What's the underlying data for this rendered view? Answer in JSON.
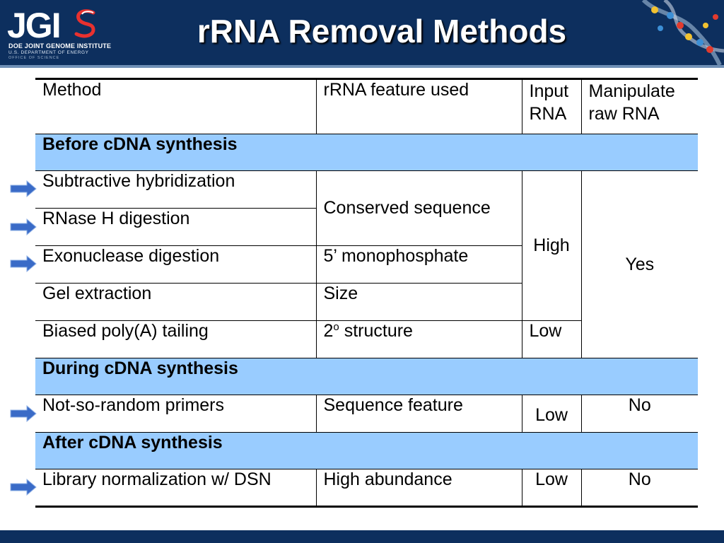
{
  "header": {
    "logo": {
      "mark": "JGI",
      "line1": "DOE JOINT GENOME INSTITUTE",
      "line2": "U.S. DEPARTMENT OF ENERGY",
      "line3": "OFFICE OF SCIENCE"
    },
    "title": "rRNA Removal Methods"
  },
  "table": {
    "headers": [
      "Method",
      "rRNA feature used",
      "Input RNA",
      "Manipulate raw RNA"
    ],
    "sections": [
      {
        "title": "Before cDNA synthesis",
        "rows": [
          {
            "method": "Subtractive hybridization"
          },
          {
            "method": "RNase H digestion"
          },
          {
            "method": "Exonuclease digestion",
            "feature": "5’ monophosphate"
          },
          {
            "method": "Gel extraction",
            "feature": "Size"
          },
          {
            "method": "Biased poly(A) tailing",
            "feature_base": "2",
            "feature_sup": "o",
            "feature_rest": " structure",
            "input": "Low"
          }
        ],
        "merged": {
          "feature": "Conserved sequence",
          "input": "High",
          "manipulate": "Yes"
        }
      },
      {
        "title": "During cDNA synthesis",
        "rows": [
          {
            "method": "Not-so-random primers",
            "feature": "Sequence feature",
            "input": "Low",
            "manipulate": "No"
          }
        ]
      },
      {
        "title": "After cDNA synthesis",
        "rows": [
          {
            "method": "Library normalization w/ DSN",
            "feature": "High abundance",
            "input": "Low",
            "manipulate": "No"
          }
        ]
      }
    ]
  },
  "colors": {
    "header_bg": "#0d2f5e",
    "section_bg": "#99ccff",
    "arrow": "#3a6bc7"
  },
  "icons": {
    "arrow": "right-arrow-icon"
  }
}
